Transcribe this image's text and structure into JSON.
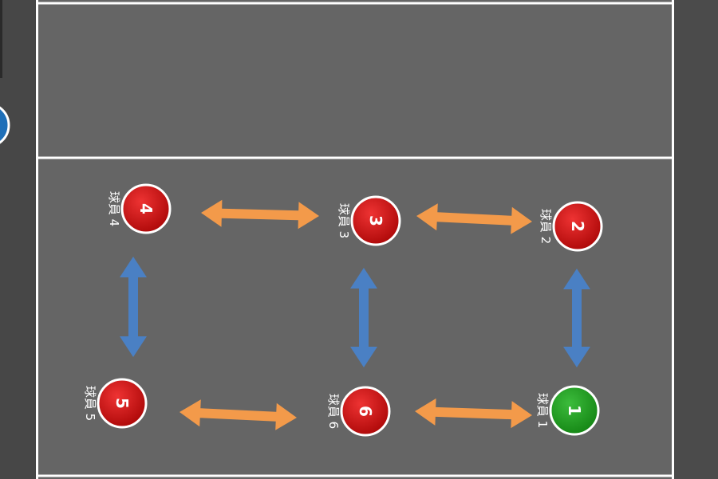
{
  "colors": {
    "background": "#4a4a4a",
    "court": "#656565",
    "court_lines": "#ffffff",
    "player_red": "#cc1111",
    "player_green": "#22a022",
    "arrow_horizontal": "#f39a4a",
    "arrow_vertical": "#4a80c4",
    "side_button": "#1e6fb8"
  },
  "players": [
    {
      "id": "1",
      "number": "1",
      "label": "球員 1",
      "color": "green"
    },
    {
      "id": "2",
      "number": "2",
      "label": "球員 2",
      "color": "red"
    },
    {
      "id": "3",
      "number": "3",
      "label": "球員 3",
      "color": "red"
    },
    {
      "id": "4",
      "number": "4",
      "label": "球員 4",
      "color": "red"
    },
    {
      "id": "5",
      "number": "5",
      "label": "球員 5",
      "color": "red"
    },
    {
      "id": "6",
      "number": "6",
      "label": "球員 6",
      "color": "red"
    }
  ],
  "swaps": [
    {
      "from": "4",
      "to": "3",
      "direction": "horizontal"
    },
    {
      "from": "3",
      "to": "2",
      "direction": "horizontal"
    },
    {
      "from": "5",
      "to": "6",
      "direction": "horizontal"
    },
    {
      "from": "6",
      "to": "1",
      "direction": "horizontal"
    },
    {
      "from": "4",
      "to": "5",
      "direction": "vertical"
    },
    {
      "from": "3",
      "to": "6",
      "direction": "vertical"
    },
    {
      "from": "2",
      "to": "1",
      "direction": "vertical"
    }
  ]
}
